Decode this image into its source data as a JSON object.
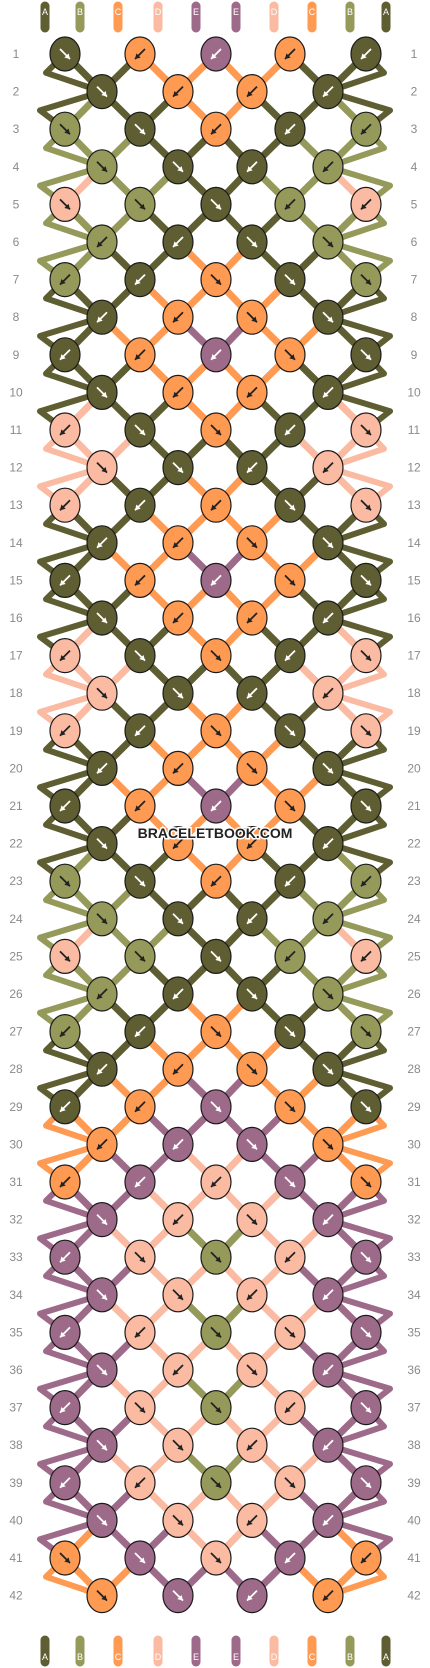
{
  "watermark": "BRACELETBOOK.COM",
  "strand_labels": [
    "A",
    "B",
    "C",
    "D",
    "E",
    "E",
    "D",
    "C",
    "B",
    "A"
  ],
  "colors": {
    "A": "#5e5e32",
    "B": "#959a5a",
    "C": "#ff9a52",
    "D": "#fbbaa2",
    "E": "#9e6a8a"
  },
  "row_count": 42,
  "top_strands": [
    "A",
    "B",
    "C",
    "D",
    "E",
    "E",
    "D",
    "C",
    "B",
    "A"
  ],
  "knots": [
    [
      {
        "c": "A",
        "d": "se"
      },
      {
        "c": "C",
        "d": "sw"
      },
      {
        "c": "E",
        "d": "sw"
      },
      {
        "c": "C",
        "d": "sw"
      },
      {
        "c": "A",
        "d": "sw"
      }
    ],
    [
      {
        "c": "A",
        "d": "se"
      },
      {
        "c": "C",
        "d": "sw"
      },
      {
        "c": "C",
        "d": "sw"
      },
      {
        "c": "A",
        "d": "sw"
      }
    ],
    [
      {
        "c": "B",
        "d": "se"
      },
      {
        "c": "A",
        "d": "se"
      },
      {
        "c": "C",
        "d": "sw"
      },
      {
        "c": "A",
        "d": "sw"
      },
      {
        "c": "B",
        "d": "sw"
      }
    ],
    [
      {
        "c": "B",
        "d": "se"
      },
      {
        "c": "A",
        "d": "se"
      },
      {
        "c": "A",
        "d": "sw"
      },
      {
        "c": "B",
        "d": "sw"
      }
    ],
    [
      {
        "c": "D",
        "d": "se"
      },
      {
        "c": "B",
        "d": "se"
      },
      {
        "c": "A",
        "d": "se"
      },
      {
        "c": "B",
        "d": "sw"
      },
      {
        "c": "D",
        "d": "sw"
      }
    ],
    [
      {
        "c": "B",
        "d": "sw"
      },
      {
        "c": "A",
        "d": "sw"
      },
      {
        "c": "A",
        "d": "se"
      },
      {
        "c": "B",
        "d": "se"
      }
    ],
    [
      {
        "c": "B",
        "d": "sw"
      },
      {
        "c": "A",
        "d": "sw"
      },
      {
        "c": "C",
        "d": "se"
      },
      {
        "c": "A",
        "d": "se"
      },
      {
        "c": "B",
        "d": "se"
      }
    ],
    [
      {
        "c": "A",
        "d": "sw"
      },
      {
        "c": "C",
        "d": "sw"
      },
      {
        "c": "C",
        "d": "se"
      },
      {
        "c": "A",
        "d": "se"
      }
    ],
    [
      {
        "c": "A",
        "d": "sw"
      },
      {
        "c": "C",
        "d": "sw"
      },
      {
        "c": "E",
        "d": "sw"
      },
      {
        "c": "C",
        "d": "se"
      },
      {
        "c": "A",
        "d": "se"
      }
    ],
    [
      {
        "c": "A",
        "d": "se"
      },
      {
        "c": "C",
        "d": "sw"
      },
      {
        "c": "C",
        "d": "sw"
      },
      {
        "c": "A",
        "d": "sw"
      }
    ],
    [
      {
        "c": "D",
        "d": "sw"
      },
      {
        "c": "A",
        "d": "se"
      },
      {
        "c": "C",
        "d": "se"
      },
      {
        "c": "A",
        "d": "sw"
      },
      {
        "c": "D",
        "d": "se"
      }
    ],
    [
      {
        "c": "D",
        "d": "se"
      },
      {
        "c": "A",
        "d": "se"
      },
      {
        "c": "A",
        "d": "sw"
      },
      {
        "c": "D",
        "d": "sw"
      }
    ],
    [
      {
        "c": "D",
        "d": "sw"
      },
      {
        "c": "A",
        "d": "sw"
      },
      {
        "c": "C",
        "d": "sw"
      },
      {
        "c": "A",
        "d": "se"
      },
      {
        "c": "D",
        "d": "se"
      }
    ],
    [
      {
        "c": "A",
        "d": "sw"
      },
      {
        "c": "C",
        "d": "sw"
      },
      {
        "c": "C",
        "d": "se"
      },
      {
        "c": "A",
        "d": "se"
      }
    ],
    [
      {
        "c": "A",
        "d": "sw"
      },
      {
        "c": "C",
        "d": "sw"
      },
      {
        "c": "E",
        "d": "sw"
      },
      {
        "c": "C",
        "d": "se"
      },
      {
        "c": "A",
        "d": "se"
      }
    ],
    [
      {
        "c": "A",
        "d": "se"
      },
      {
        "c": "C",
        "d": "sw"
      },
      {
        "c": "C",
        "d": "sw"
      },
      {
        "c": "A",
        "d": "sw"
      }
    ],
    [
      {
        "c": "D",
        "d": "sw"
      },
      {
        "c": "A",
        "d": "se"
      },
      {
        "c": "C",
        "d": "se"
      },
      {
        "c": "A",
        "d": "sw"
      },
      {
        "c": "D",
        "d": "se"
      }
    ],
    [
      {
        "c": "D",
        "d": "se"
      },
      {
        "c": "A",
        "d": "se"
      },
      {
        "c": "A",
        "d": "sw"
      },
      {
        "c": "D",
        "d": "sw"
      }
    ],
    [
      {
        "c": "D",
        "d": "sw"
      },
      {
        "c": "A",
        "d": "sw"
      },
      {
        "c": "C",
        "d": "se"
      },
      {
        "c": "A",
        "d": "se"
      },
      {
        "c": "D",
        "d": "se"
      }
    ],
    [
      {
        "c": "A",
        "d": "sw"
      },
      {
        "c": "C",
        "d": "sw"
      },
      {
        "c": "C",
        "d": "se"
      },
      {
        "c": "A",
        "d": "se"
      }
    ],
    [
      {
        "c": "A",
        "d": "sw"
      },
      {
        "c": "C",
        "d": "sw"
      },
      {
        "c": "E",
        "d": "sw"
      },
      {
        "c": "C",
        "d": "se"
      },
      {
        "c": "A",
        "d": "se"
      }
    ],
    [
      {
        "c": "A",
        "d": "se"
      },
      {
        "c": "C",
        "d": "sw"
      },
      {
        "c": "C",
        "d": "sw"
      },
      {
        "c": "A",
        "d": "sw"
      }
    ],
    [
      {
        "c": "B",
        "d": "se"
      },
      {
        "c": "A",
        "d": "se"
      },
      {
        "c": "C",
        "d": "sw"
      },
      {
        "c": "A",
        "d": "sw"
      },
      {
        "c": "B",
        "d": "sw"
      }
    ],
    [
      {
        "c": "B",
        "d": "se"
      },
      {
        "c": "A",
        "d": "se"
      },
      {
        "c": "A",
        "d": "sw"
      },
      {
        "c": "B",
        "d": "sw"
      }
    ],
    [
      {
        "c": "D",
        "d": "se"
      },
      {
        "c": "B",
        "d": "se"
      },
      {
        "c": "A",
        "d": "se"
      },
      {
        "c": "B",
        "d": "sw"
      },
      {
        "c": "D",
        "d": "sw"
      }
    ],
    [
      {
        "c": "B",
        "d": "sw"
      },
      {
        "c": "A",
        "d": "sw"
      },
      {
        "c": "A",
        "d": "se"
      },
      {
        "c": "B",
        "d": "se"
      }
    ],
    [
      {
        "c": "B",
        "d": "sw"
      },
      {
        "c": "A",
        "d": "sw"
      },
      {
        "c": "C",
        "d": "se"
      },
      {
        "c": "A",
        "d": "se"
      },
      {
        "c": "B",
        "d": "se"
      }
    ],
    [
      {
        "c": "A",
        "d": "sw"
      },
      {
        "c": "C",
        "d": "sw"
      },
      {
        "c": "C",
        "d": "se"
      },
      {
        "c": "A",
        "d": "se"
      }
    ],
    [
      {
        "c": "A",
        "d": "sw"
      },
      {
        "c": "C",
        "d": "sw"
      },
      {
        "c": "E",
        "d": "se"
      },
      {
        "c": "C",
        "d": "se"
      },
      {
        "c": "A",
        "d": "se"
      }
    ],
    [
      {
        "c": "C",
        "d": "sw"
      },
      {
        "c": "E",
        "d": "sw"
      },
      {
        "c": "E",
        "d": "se"
      },
      {
        "c": "C",
        "d": "se"
      }
    ],
    [
      {
        "c": "C",
        "d": "sw"
      },
      {
        "c": "E",
        "d": "sw"
      },
      {
        "c": "D",
        "d": "sw"
      },
      {
        "c": "E",
        "d": "se"
      },
      {
        "c": "C",
        "d": "se"
      }
    ],
    [
      {
        "c": "E",
        "d": "se"
      },
      {
        "c": "D",
        "d": "sw"
      },
      {
        "c": "D",
        "d": "se"
      },
      {
        "c": "E",
        "d": "sw"
      }
    ],
    [
      {
        "c": "E",
        "d": "sw"
      },
      {
        "c": "D",
        "d": "se"
      },
      {
        "c": "B",
        "d": "se"
      },
      {
        "c": "D",
        "d": "sw"
      },
      {
        "c": "E",
        "d": "se"
      }
    ],
    [
      {
        "c": "E",
        "d": "se"
      },
      {
        "c": "D",
        "d": "se"
      },
      {
        "c": "D",
        "d": "sw"
      },
      {
        "c": "E",
        "d": "sw"
      }
    ],
    [
      {
        "c": "E",
        "d": "sw"
      },
      {
        "c": "D",
        "d": "sw"
      },
      {
        "c": "B",
        "d": "se"
      },
      {
        "c": "D",
        "d": "se"
      },
      {
        "c": "E",
        "d": "se"
      }
    ],
    [
      {
        "c": "E",
        "d": "se"
      },
      {
        "c": "D",
        "d": "sw"
      },
      {
        "c": "D",
        "d": "se"
      },
      {
        "c": "E",
        "d": "sw"
      }
    ],
    [
      {
        "c": "E",
        "d": "sw"
      },
      {
        "c": "D",
        "d": "se"
      },
      {
        "c": "B",
        "d": "se"
      },
      {
        "c": "D",
        "d": "sw"
      },
      {
        "c": "E",
        "d": "se"
      }
    ],
    [
      {
        "c": "E",
        "d": "se"
      },
      {
        "c": "D",
        "d": "se"
      },
      {
        "c": "D",
        "d": "sw"
      },
      {
        "c": "E",
        "d": "sw"
      }
    ],
    [
      {
        "c": "E",
        "d": "sw"
      },
      {
        "c": "D",
        "d": "sw"
      },
      {
        "c": "B",
        "d": "se"
      },
      {
        "c": "D",
        "d": "se"
      },
      {
        "c": "E",
        "d": "se"
      }
    ],
    [
      {
        "c": "E",
        "d": "se"
      },
      {
        "c": "D",
        "d": "se"
      },
      {
        "c": "D",
        "d": "sw"
      },
      {
        "c": "E",
        "d": "sw"
      }
    ],
    [
      {
        "c": "C",
        "d": "se"
      },
      {
        "c": "E",
        "d": "se"
      },
      {
        "c": "D",
        "d": "se"
      },
      {
        "c": "E",
        "d": "sw"
      },
      {
        "c": "C",
        "d": "sw"
      }
    ],
    [
      {
        "c": "C",
        "d": "se"
      },
      {
        "c": "E",
        "d": "se"
      },
      {
        "c": "E",
        "d": "sw"
      },
      {
        "c": "C",
        "d": "sw"
      }
    ]
  ],
  "bottom_strands": [
    "A",
    "B",
    "C",
    "D",
    "E",
    "E",
    "D",
    "C",
    "B",
    "A"
  ]
}
